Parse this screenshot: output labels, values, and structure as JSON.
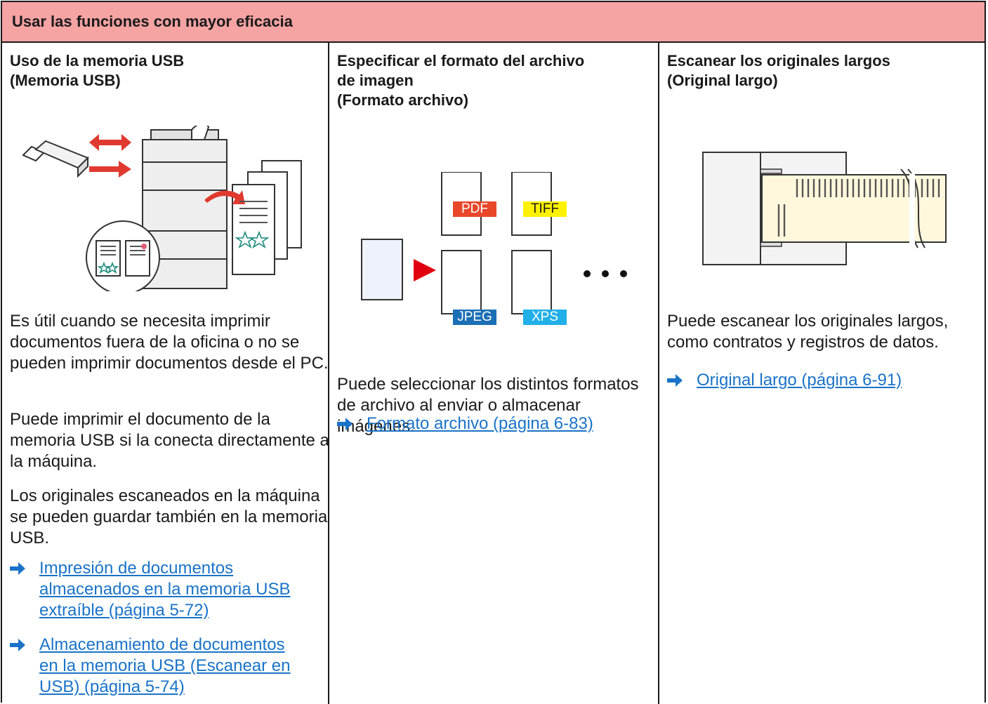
{
  "banner": {
    "title": "Usar las funciones con mayor eficacia"
  },
  "columns": [
    {
      "title": "Uso de la memoria USB\n(Memoria USB)",
      "paragraphs": [
        "Es útil cuando se necesita imprimir documentos fuera de la oficina o no se pueden imprimir documentos desde el PC.",
        "Puede imprimir el documento de la memoria USB si la conecta directamente a la máquina.",
        "Los originales escaneados en la máquina se pueden guardar también en la memoria USB."
      ],
      "links": [
        "Impresión de documentos\nalmacenados en la memoria USB\nextraíble (página 5-72)",
        "Almacenamiento de documentos\nen la memoria USB (Escanear en\nUSB) (página 5-74)"
      ]
    },
    {
      "title": "Especificar el formato del archivo\nde imagen\n(Formato archivo)",
      "paragraphs": [
        "Puede seleccionar los distintos formatos de archivo al enviar o almacenar imágenes."
      ],
      "links": [
        "Formato archivo (página 6-83)"
      ],
      "formats": [
        "PDF",
        "TIFF",
        "JPEG",
        "XPS"
      ]
    },
    {
      "title": "Escanear los originales largos\n(Original largo)",
      "paragraphs": [
        "Puede escanear los originales largos, como contratos y registros de datos."
      ],
      "links": [
        "Original largo (página 6-91)"
      ]
    }
  ],
  "colors": {
    "banner": "#f5a3a3",
    "link": "#1a73c8",
    "arrow": "#e03a30",
    "pdf": "#e8472a",
    "tiff": "#fff200",
    "jpeg": "#1b6fb5",
    "xps": "#22b0e8"
  }
}
